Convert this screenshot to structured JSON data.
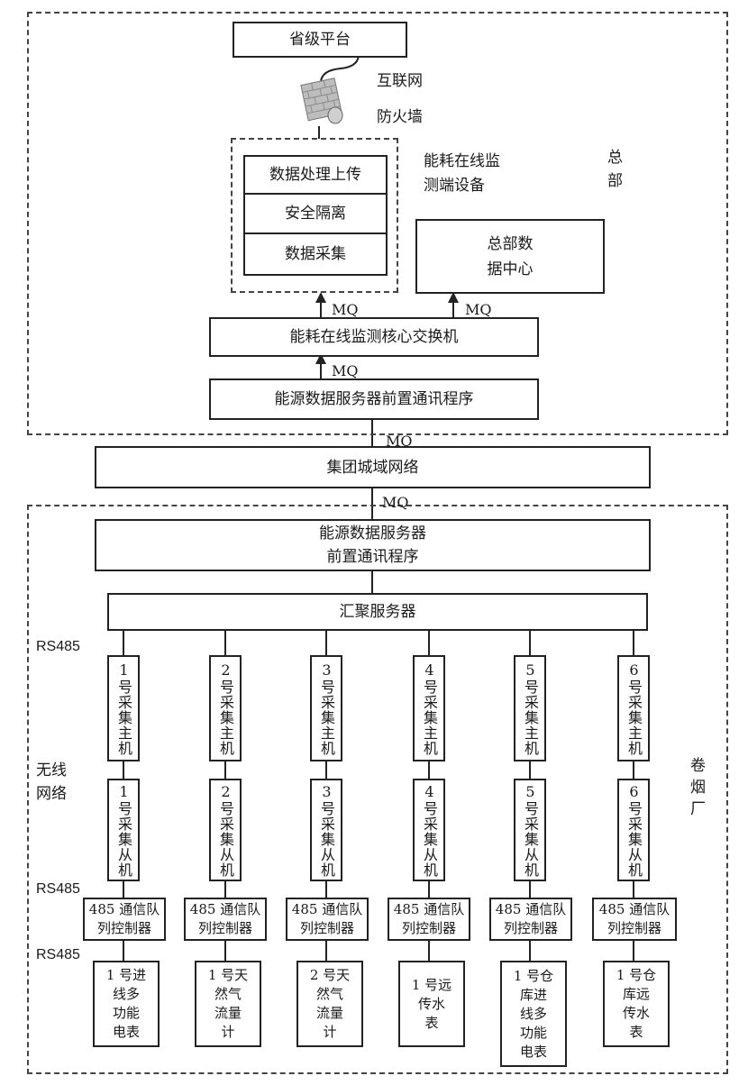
{
  "hq": {
    "province": "省级平台",
    "internet": "互联网",
    "firewall": "防火墙",
    "device_group_title": "能耗在线监\n测端设备",
    "hq_label": "总\n部",
    "process_upload": "数据处理上传",
    "security_isolation": "安全隔离",
    "data_collect": "数据采集",
    "hq_data_center": "总部数\n据中心",
    "core_switch": "能耗在线监测核心交换机",
    "front_comm": "能源数据服务器前置通讯程序",
    "mq": "MQ"
  },
  "group_network": "集团城域网络",
  "factory": {
    "label": "卷\n烟\n厂",
    "energy_server": "能源数据服务器\n前置通讯程序",
    "aggregation_server": "汇聚服务器",
    "rs485": "RS485",
    "wireless": "无线\n网络",
    "columns": [
      {
        "master": "1号采集主机",
        "slave": "1号采集从机",
        "controller": "485 通信队\n列控制器",
        "device": "1 号进\n线多\n功能\n电表"
      },
      {
        "master": "2号采集主机",
        "slave": "2号采集从机",
        "controller": "485 通信队\n列控制器",
        "device": "1 号天\n然气\n流量\n计"
      },
      {
        "master": "3号采集主机",
        "slave": "3号采集从机",
        "controller": "485 通信队\n列控制器",
        "device": "2 号天\n然气\n流量\n计"
      },
      {
        "master": "4号采集主机",
        "slave": "4号采集从机",
        "controller": "485 通信队\n列控制器",
        "device": "1 号远\n传水\n表"
      },
      {
        "master": "5号采集主机",
        "slave": "5号采集从机",
        "controller": "485 通信队\n列控制器",
        "device": "1 号仓\n库进\n线多\n功能\n电表"
      },
      {
        "master": "6号采集主机",
        "slave": "6号采集从机",
        "controller": "485 通信队\n列控制器",
        "device": "1 号仓\n库远\n传水\n表"
      }
    ]
  }
}
